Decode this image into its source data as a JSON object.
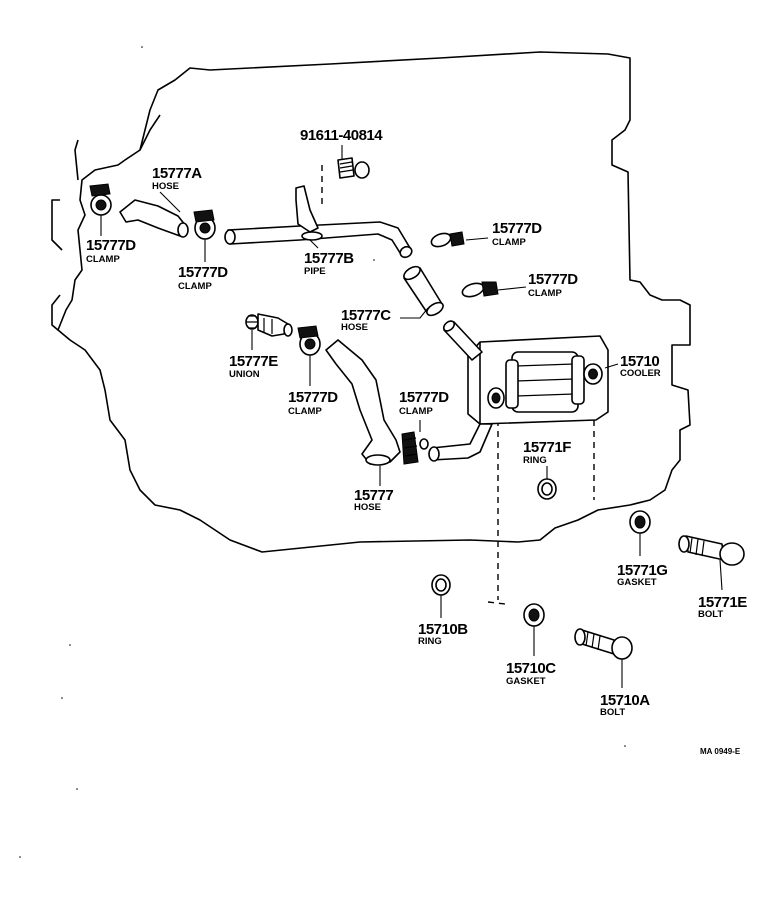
{
  "callouts": [
    {
      "id": "c1",
      "part_no": "91611-40814",
      "name": ""
    },
    {
      "id": "c2",
      "part_no": "15777A",
      "name": "HOSE"
    },
    {
      "id": "c3",
      "part_no": "15777D",
      "name": "CLAMP"
    },
    {
      "id": "c4",
      "part_no": "15777D",
      "name": "CLAMP"
    },
    {
      "id": "c5",
      "part_no": "15777B",
      "name": "PIPE"
    },
    {
      "id": "c6",
      "part_no": "15777D",
      "name": "CLAMP"
    },
    {
      "id": "c7",
      "part_no": "15777D",
      "name": "CLAMP"
    },
    {
      "id": "c8",
      "part_no": "15777C",
      "name": "HOSE"
    },
    {
      "id": "c9",
      "part_no": "15777E",
      "name": "UNION"
    },
    {
      "id": "c10",
      "part_no": "15777D",
      "name": "CLAMP"
    },
    {
      "id": "c11",
      "part_no": "15777D",
      "name": "CLAMP"
    },
    {
      "id": "c12",
      "part_no": "15710",
      "name": "COOLER"
    },
    {
      "id": "c13",
      "part_no": "15771F",
      "name": "RING"
    },
    {
      "id": "c14",
      "part_no": "15777",
      "name": "HOSE"
    },
    {
      "id": "c15",
      "part_no": "15771G",
      "name": "GASKET"
    },
    {
      "id": "c16",
      "part_no": "15771E",
      "name": "BOLT"
    },
    {
      "id": "c17",
      "part_no": "15710B",
      "name": "RING"
    },
    {
      "id": "c18",
      "part_no": "15710C",
      "name": "GASKET"
    },
    {
      "id": "c19",
      "part_no": "15710A",
      "name": "BOLT"
    }
  ],
  "figure_code": "MA 0949-E"
}
